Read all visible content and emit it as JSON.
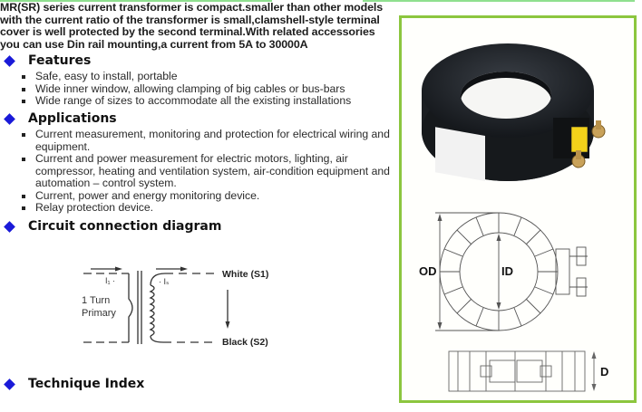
{
  "intro": {
    "lead": "MR(SR) series",
    "text": " current transformer is compact.smaller than other models with the current ratio of the transformer is small,clamshell-style terminal cover is well protected by the second terminal.With related accessories you can use Din rail mounting,a current from 5A to 30000A"
  },
  "sections": {
    "features": {
      "title": "Features",
      "items": [
        "Safe, easy to install, portable",
        "Wide inner window, allowing clamping of big cables or bus-bars",
        "Wide range of sizes to accommodate all the existing installations"
      ]
    },
    "applications": {
      "title": "Applications",
      "items": [
        "Current measurement, monitoring and protection for electrical wiring and equipment.",
        "Current and power measurement for electric motors, lighting, air compressor,    heating and ventilation system, air-condition equipment and automation – control system.",
        "Current, power and energy monitoring device.",
        "Relay protection device."
      ]
    },
    "circuit": {
      "title": "Circuit connection diagram",
      "labels": {
        "i1": "I₁ ·",
        "is": "· Iₛ",
        "primary_line1": "1 Turn",
        "primary_line2": "Primary",
        "white": "White (S1)",
        "black": "Black (S2)"
      }
    },
    "technique": {
      "title": "Technique Index"
    }
  },
  "drawing": {
    "od_label": "OD",
    "id_label": "ID",
    "d_label": "D"
  },
  "colors": {
    "diamond": "#1a1ad8",
    "frame": "#8cc63f",
    "top_rule": "#8fe08f",
    "label_yellow": "#f3d21a"
  }
}
